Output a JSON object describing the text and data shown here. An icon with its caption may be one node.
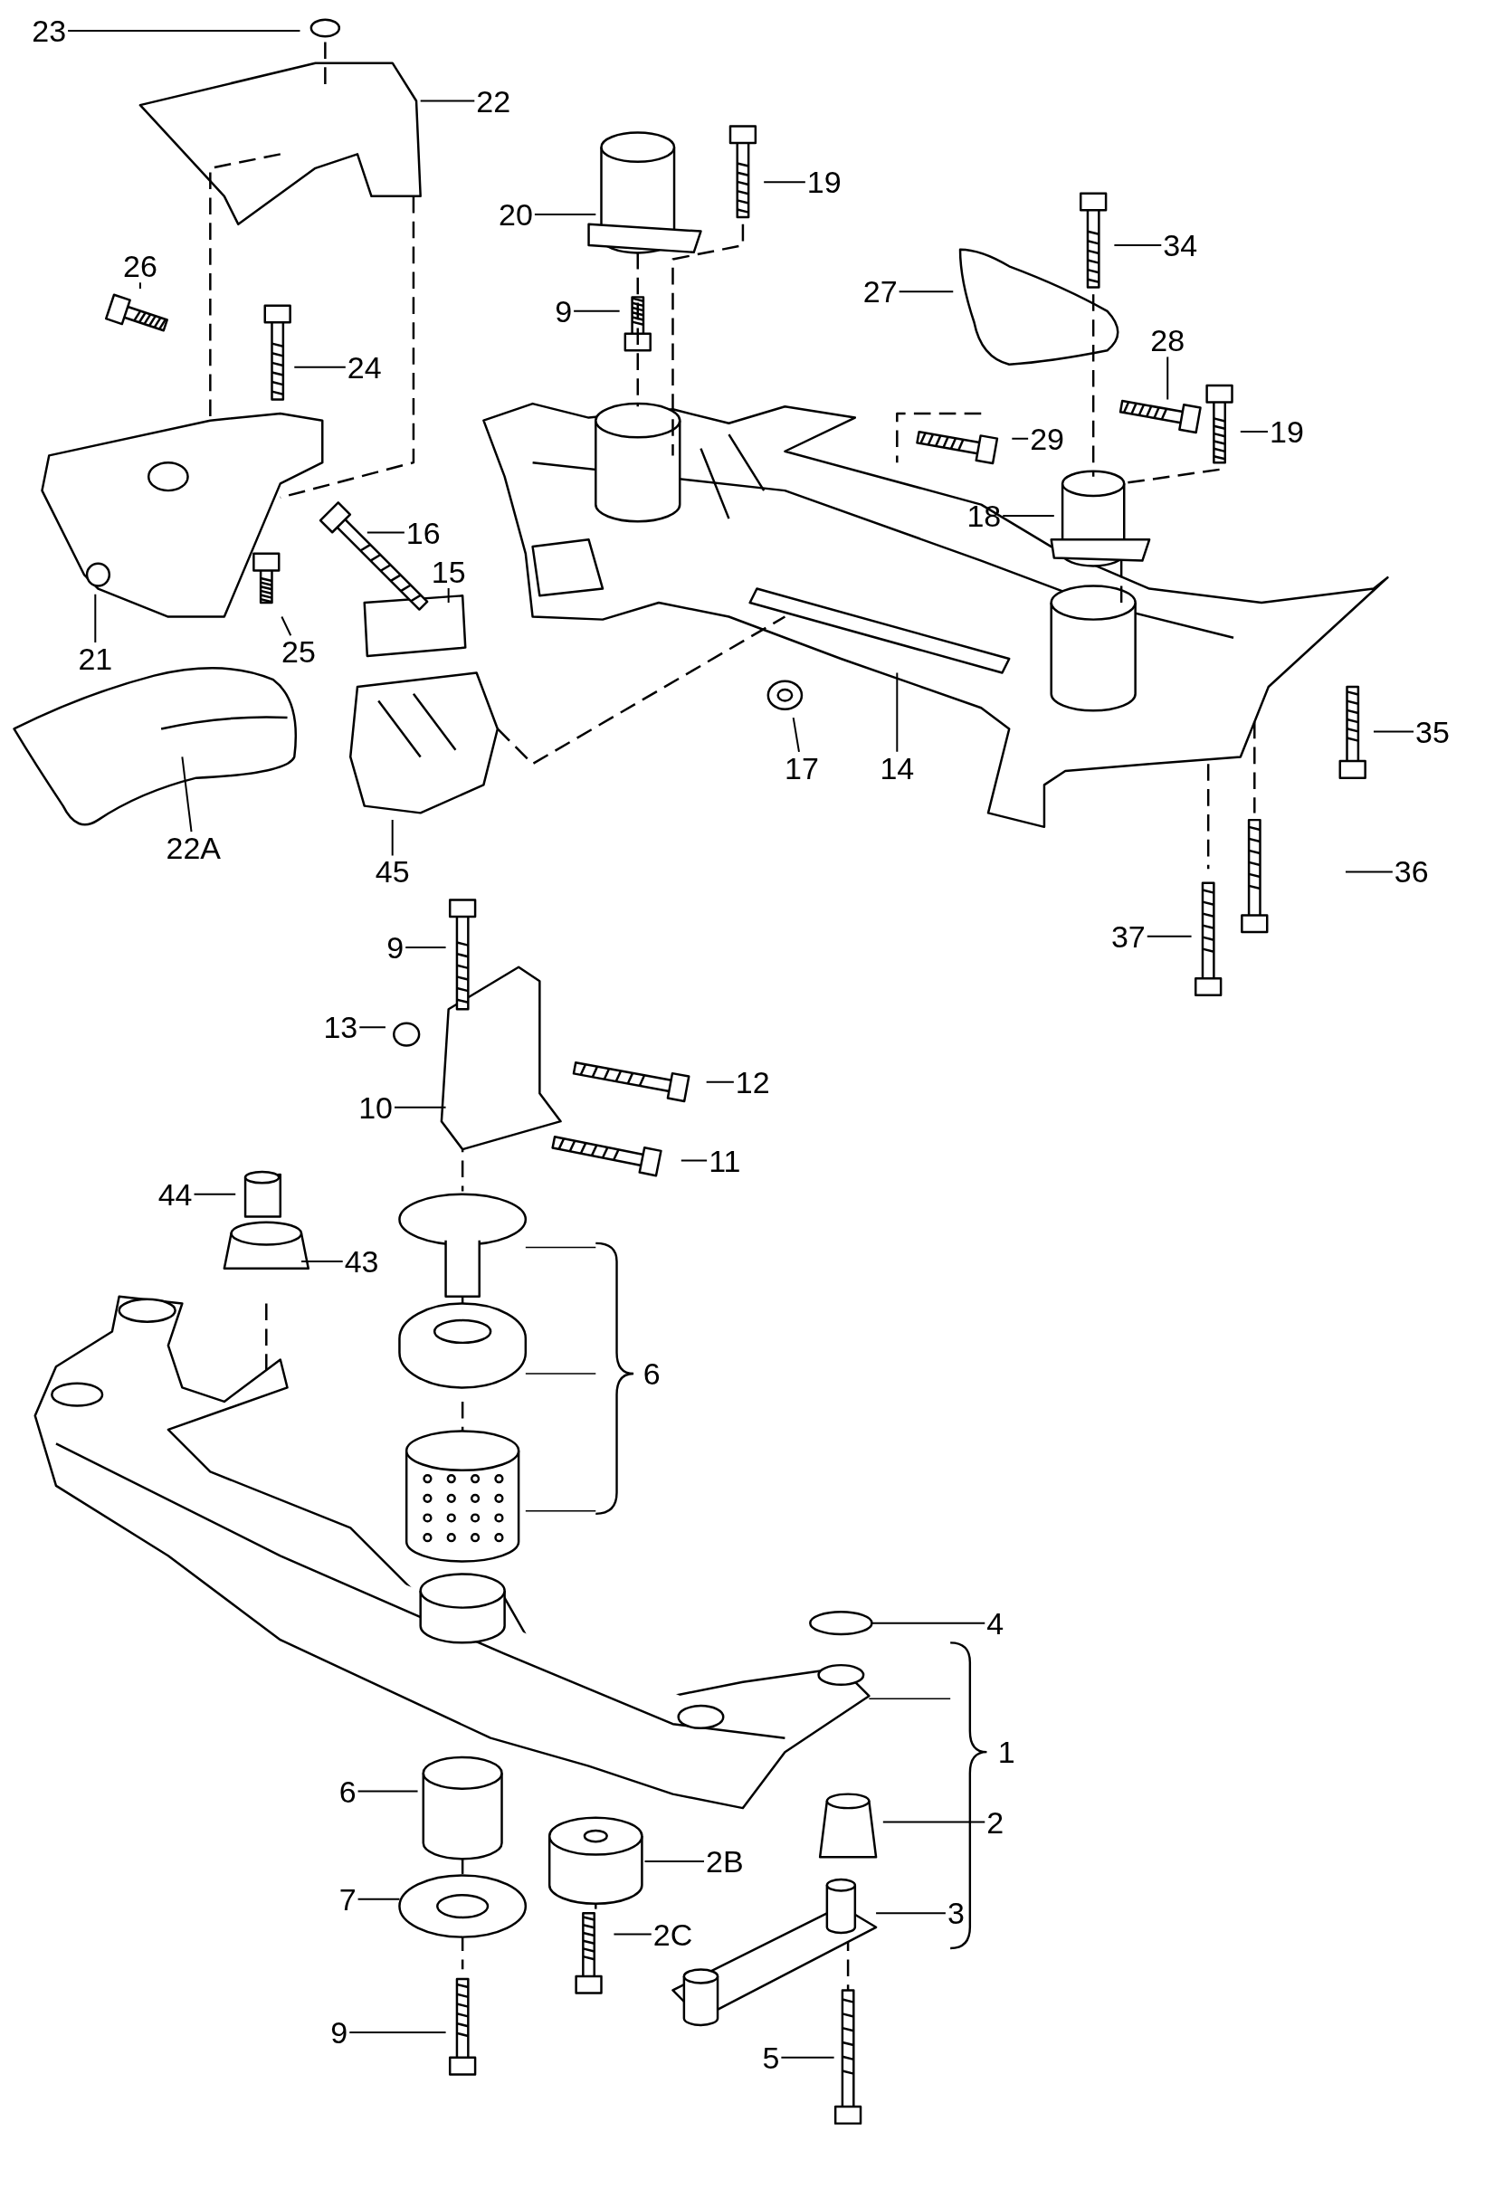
{
  "diagram": {
    "nodes": [
      {
        "text": [
          "23"
        ]
      },
      {
        "text": [
          "22"
        ]
      },
      {
        "text": [
          "20"
        ]
      },
      {
        "text": [
          "19"
        ]
      },
      {
        "text": [
          "34"
        ]
      },
      {
        "text": [
          "27"
        ]
      },
      {
        "text": [
          "26"
        ]
      },
      {
        "text": [
          "24"
        ]
      },
      {
        "text": [
          "9"
        ]
      },
      {
        "text": [
          "28"
        ]
      },
      {
        "text": [
          "19"
        ]
      },
      {
        "text": [
          "29"
        ]
      },
      {
        "text": [
          "18"
        ]
      },
      {
        "text": [
          "16"
        ]
      },
      {
        "text": [
          "15"
        ]
      },
      {
        "text": [
          "21"
        ]
      },
      {
        "text": [
          "25"
        ]
      },
      {
        "text": [
          "22A"
        ]
      },
      {
        "text": [
          "45"
        ]
      },
      {
        "text": [
          "17"
        ]
      },
      {
        "text": [
          "14"
        ]
      },
      {
        "text": [
          "35"
        ]
      },
      {
        "text": [
          "36"
        ]
      },
      {
        "text": [
          "37"
        ]
      },
      {
        "text": [
          "9"
        ]
      },
      {
        "text": [
          "13"
        ]
      },
      {
        "text": [
          "12"
        ]
      },
      {
        "text": [
          "10"
        ]
      },
      {
        "text": [
          "11"
        ]
      },
      {
        "text": [
          "44"
        ]
      },
      {
        "text": [
          "43"
        ]
      },
      {
        "text": [
          "4"
        ]
      },
      {
        "text": [
          "6"
        ]
      },
      {
        "text": [
          "2"
        ]
      },
      {
        "text": [
          "2B"
        ]
      },
      {
        "text": [
          "7"
        ]
      },
      {
        "text": [
          "2C"
        ]
      },
      {
        "text": [
          "3"
        ]
      },
      {
        "text": [
          "9"
        ]
      },
      {
        "text": [
          "5"
        ]
      }
    ],
    "edges": [
      {
        "from": 0,
        "to": null,
        "arrow": "none"
      },
      {
        "from": 1,
        "to": null,
        "arrow": "none"
      },
      {
        "from": 2,
        "to": null,
        "arrow": "none"
      },
      {
        "from": 3,
        "to": null,
        "arrow": "none"
      },
      {
        "from": 4,
        "to": null,
        "arrow": "none"
      },
      {
        "from": 5,
        "to": null,
        "arrow": "none"
      },
      {
        "from": 6,
        "to": null,
        "arrow": "none"
      },
      {
        "from": 7,
        "to": null,
        "arrow": "none"
      },
      {
        "from": 8,
        "to": null,
        "arrow": "none"
      },
      {
        "from": 9,
        "to": null,
        "arrow": "none"
      },
      {
        "from": 10,
        "to": null,
        "arrow": "none"
      },
      {
        "from": 11,
        "to": null,
        "arrow": "none"
      },
      {
        "from": 12,
        "to": null,
        "arrow": "none"
      },
      {
        "from": 13,
        "to": null,
        "arrow": "none"
      },
      {
        "from": 14,
        "to": null,
        "arrow": "none"
      },
      {
        "from": 15,
        "to": null,
        "arrow": "none"
      },
      {
        "from": 16,
        "to": null,
        "arrow": "none"
      },
      {
        "from": 17,
        "to": null,
        "arrow": "none"
      },
      {
        "from": 18,
        "to": null,
        "arrow": "none"
      },
      {
        "from": 19,
        "to": null,
        "arrow": "none"
      },
      {
        "from": 20,
        "to": null,
        "arrow": "none"
      },
      {
        "from": 21,
        "to": null,
        "arrow": "none"
      },
      {
        "from": 22,
        "to": null,
        "arrow": "none"
      },
      {
        "from": 23,
        "to": null,
        "arrow": "none"
      },
      {
        "from": 24,
        "to": null,
        "arrow": "none"
      },
      {
        "from": 25,
        "to": null,
        "arrow": "none"
      },
      {
        "from": 26,
        "to": null,
        "arrow": "none"
      },
      {
        "from": 27,
        "to": null,
        "arrow": "none"
      },
      {
        "from": 28,
        "to": null,
        "arrow": "none"
      },
      {
        "from": 29,
        "to": null,
        "arrow": "none"
      },
      {
        "from": 30,
        "to": null,
        "arrow": "none"
      },
      {
        "from": 31,
        "to": null,
        "arrow": "none"
      },
      {
        "from": 32,
        "to": null,
        "arrow": "none"
      },
      {
        "from": 33,
        "to": null,
        "arrow": "none"
      },
      {
        "from": 34,
        "to": null,
        "arrow": "none"
      },
      {
        "from": 35,
        "to": null,
        "arrow": "none"
      },
      {
        "from": 36,
        "to": null,
        "arrow": "none"
      },
      {
        "from": 37,
        "to": null,
        "arrow": "none"
      },
      {
        "from": 38,
        "to": null,
        "arrow": "none"
      },
      {
        "from": 39,
        "to": null,
        "arrow": "none"
      }
    ],
    "labels": [
      "6",
      "1"
    ]
  }
}
